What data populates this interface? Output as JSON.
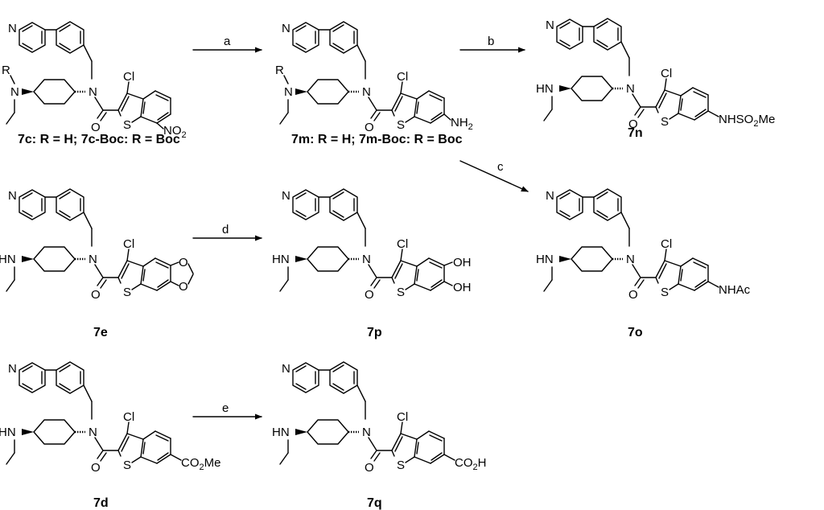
{
  "compounds": {
    "c7c": {
      "label": "7c: R = H; 7c-Boc: R = Boc",
      "r_group": "R",
      "substituent": "NO",
      "sub_index": "2"
    },
    "c7m": {
      "label": "7m: R = H; 7m-Boc: R = Boc",
      "r_group": "R",
      "substituent": "NH",
      "sub_index": "2"
    },
    "c7n": {
      "label": "7n",
      "substituent_a": "NHSO",
      "sub_index": "2",
      "substituent_b": "Me"
    },
    "c7e": {
      "label": "7e"
    },
    "c7p": {
      "label": "7p",
      "oh_top": "OH",
      "oh_bottom": "OH"
    },
    "c7o": {
      "label": "7o",
      "substituent": "NHAc"
    },
    "c7d": {
      "label": "7d",
      "substituent_a": "CO",
      "sub_index": "2",
      "substituent_b": "Me"
    },
    "c7q": {
      "label": "7q",
      "substituent_a": "CO",
      "sub_index": "2",
      "substituent_b": "H"
    }
  },
  "arrows": [
    {
      "id": "a",
      "label": "a"
    },
    {
      "id": "b",
      "label": "b"
    },
    {
      "id": "c",
      "label": "c"
    },
    {
      "id": "d",
      "label": "d"
    },
    {
      "id": "e",
      "label": "e"
    }
  ],
  "atoms": {
    "n": "N",
    "nh": "HN",
    "cl": "Cl",
    "s": "S",
    "o": "O"
  }
}
